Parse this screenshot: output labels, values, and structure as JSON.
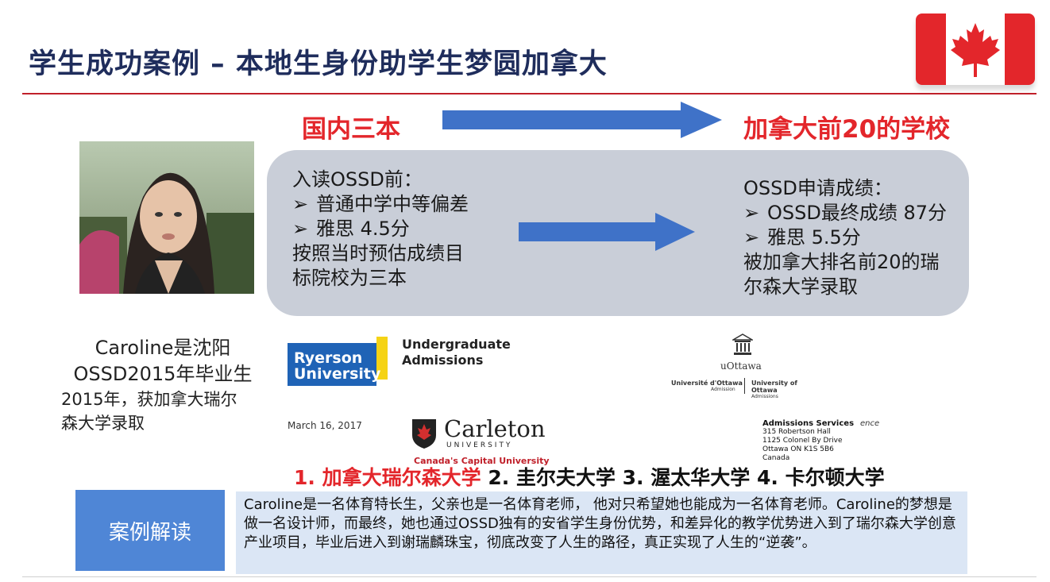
{
  "title": "学生成功案例 – 本地生身份助学生梦圆加拿大",
  "flow": {
    "from": "国内三本",
    "to": "加拿大前20的学校"
  },
  "before": {
    "heading": "入读OSSD前：",
    "items": [
      "普通中学中等偏差",
      "雅思 4.5分"
    ],
    "note_line1": "按照当时预估成绩目",
    "note_line2": "标院校为三本"
  },
  "after": {
    "heading": "OSSD申请成绩：",
    "items": [
      "OSSD最终成绩 87分",
      "雅思 5.5分"
    ],
    "note_line1": "被加拿大排名前20的瑞",
    "note_line2": "尔森大学录取"
  },
  "bullet_glyph": "➢",
  "student_caption": {
    "line1": "Caroline是沈阳",
    "line2": "OSSD2015年毕业生",
    "line3": "2015年，获加拿大瑞尔",
    "line4": "森大学录取"
  },
  "logos": {
    "ryerson_line1": "Ryerson",
    "ryerson_line2": "University",
    "ryerson_tag1": "Undergraduate",
    "ryerson_tag2": "Admissions",
    "uottawa_name": "uOttawa",
    "uottawa_fr": "Université d'Ottawa",
    "uottawa_en": "University of Ottawa",
    "uottawa_sub": "Admission",
    "uottawa_sub2": "Admissions",
    "letter_date": "March 16, 2017",
    "carleton_name": "Carleton",
    "carleton_sub": "UNIVERSITY",
    "carleton_tag": "Canada's Capital University",
    "address_head": "Admissions Services",
    "address_lines": [
      "315 Robertson Hall",
      "1125 Colonel By Drive",
      "Ottawa ON  K1S 5B6",
      "Canada"
    ],
    "address_fragment": "ence"
  },
  "universities": {
    "u1": "1. 加拿大瑞尔森大学",
    "u2": "2. 圭尔夫大学",
    "u3": "3. 渥太华大学",
    "u4": "4. 卡尔顿大学"
  },
  "case": {
    "button": "案例解读",
    "text": "Caroline是一名体育特长生，父亲也是一名体育老师， 他对只希望她也能成为一名体育老师。Caroline的梦想是做一名设计师，而最终，她也通过OSSD独有的安省学生身份优势，和差异化的教学优势进入到了瑞尔森大学创意产业项目，毕业后进入到谢瑞麟珠宝，彻底改变了人生的路径，真正实现了人生的“逆袭”。"
  },
  "colors": {
    "accent_red": "#e3262b",
    "title_blue": "#1f2d5c",
    "arrow_blue": "#3f72c8",
    "panel_gray": "#c9ced8",
    "button_blue": "#4f86d6"
  }
}
